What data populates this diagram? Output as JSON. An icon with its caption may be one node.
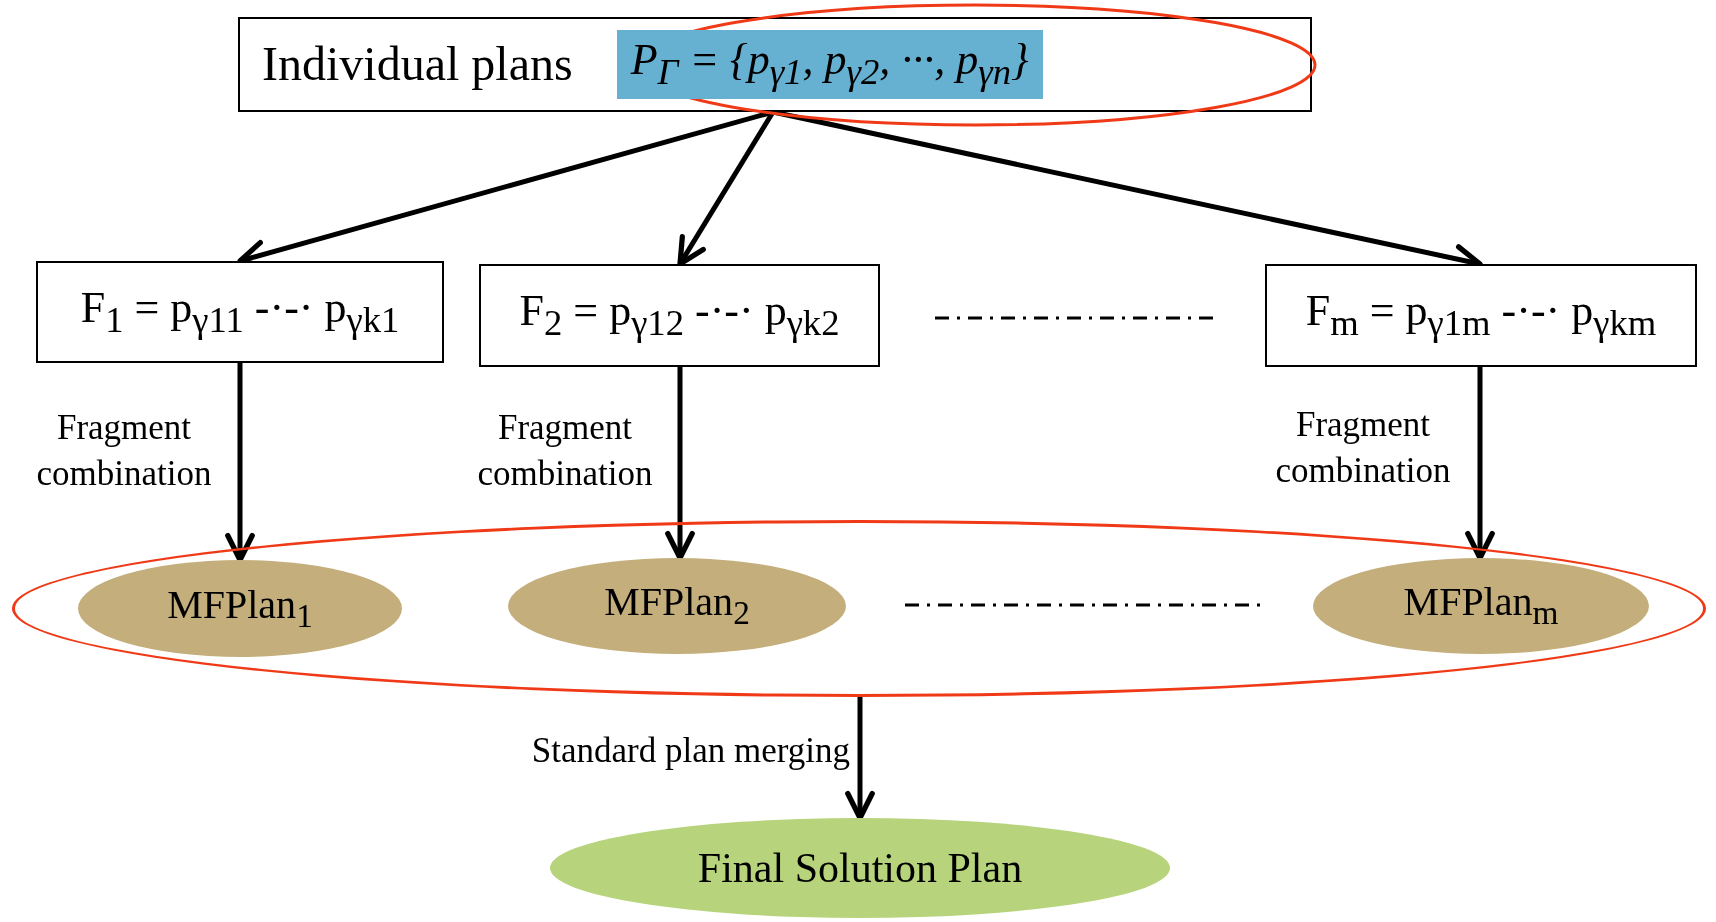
{
  "diagram": {
    "nodes": [
      {
        "text": [
          "Individual plans",
          "P$_{Γ}$ = {p$_{γ1}$, p$_{γ2}$, ···, p$_{γn}$}"
        ]
      },
      {
        "text": [
          "F$_{1}$ = p$_{γ11}$ -·-· p$_{γk1}$"
        ]
      },
      {
        "text": [
          "F$_{2}$ = p$_{γ12}$ -·-· p$_{γk2}$"
        ]
      },
      {
        "text": [
          "F$_{m}$ = p$_{γ1m}$ -·-· p$_{γkm}$"
        ]
      },
      {
        "text": [],
        "shape": "ellipse"
      },
      {
        "text": [
          "MFPlan$_{1}$"
        ],
        "in": 4
      },
      {
        "text": [
          "MFPlan$_{2}$"
        ],
        "in": 4
      },
      {
        "text": [
          "MFPlan$_{m}$"
        ],
        "in": 4
      },
      {
        "text": [
          "Final Solution Plan"
        ]
      }
    ],
    "edges": [
      {
        "from": 0,
        "to": 1,
        "arrow": "to"
      },
      {
        "from": 0,
        "to": 2,
        "arrow": "to"
      },
      {
        "from": 0,
        "to": 3,
        "arrow": "to"
      },
      {
        "from": 1,
        "to": 5,
        "arrow": "to",
        "label": "Fragment combination"
      },
      {
        "from": 2,
        "to": 6,
        "arrow": "to",
        "label": "Fragment combination"
      },
      {
        "from": 3,
        "to": 7,
        "arrow": "to",
        "label": "Fragment combination"
      },
      {
        "from": 4,
        "to": 8,
        "arrow": "to",
        "label": "Standard plan merging"
      }
    ]
  }
}
